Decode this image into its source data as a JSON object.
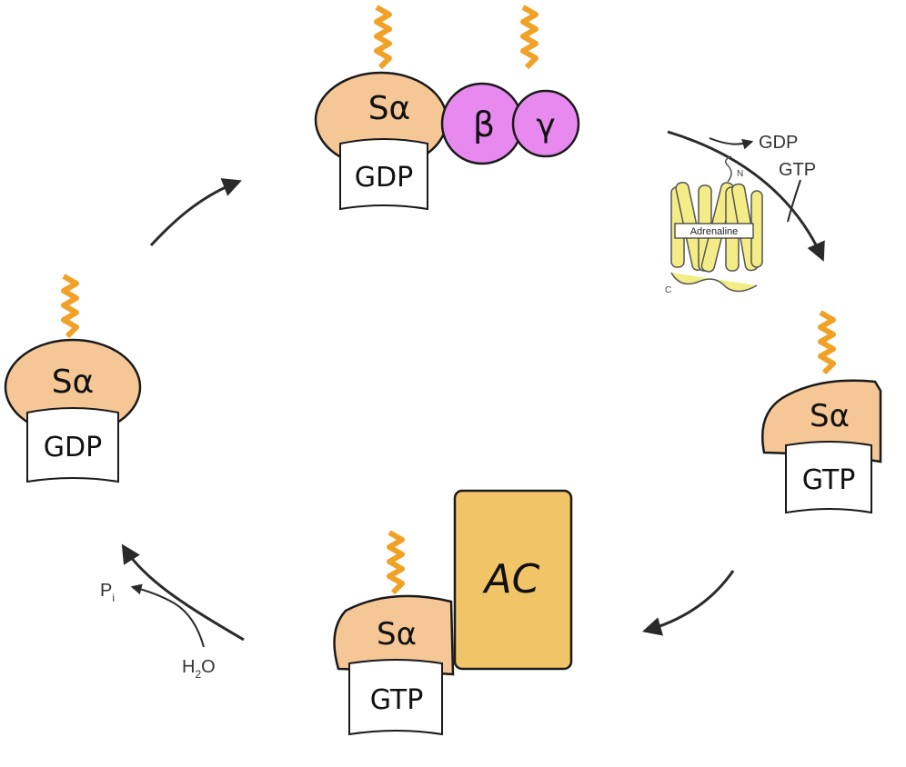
{
  "colors": {
    "protein": "#F5C796",
    "beta_gamma": "#E889F0",
    "ac": "#F2C468",
    "tail": "#F2A127",
    "receptor": "#F4EC86",
    "outline": "#1a1a1a",
    "arrow": "#2a2a2a"
  },
  "top_complex": {
    "alpha_label": "Sα",
    "nucleotide": "GDP",
    "beta_label": "β",
    "gamma_label": "γ"
  },
  "right_complex": {
    "alpha_label": "Sα",
    "nucleotide": "GTP"
  },
  "bottom_complex": {
    "alpha_label": "Sα",
    "nucleotide": "GTP",
    "effector_label": "AC"
  },
  "left_complex": {
    "alpha_label": "Sα",
    "nucleotide": "GDP"
  },
  "exchange": {
    "out_label": "GDP",
    "in_label": "GTP",
    "receptor_label": "Adrenaline",
    "n_term": "N",
    "c_term": "C"
  },
  "hydrolysis": {
    "out_label": "P",
    "out_sub": "i",
    "in_label": "H",
    "in_sub": "2",
    "in_suffix": "O"
  },
  "icons": [
    "lipid-anchor-icon",
    "receptor-icon",
    "arrow-icon"
  ]
}
